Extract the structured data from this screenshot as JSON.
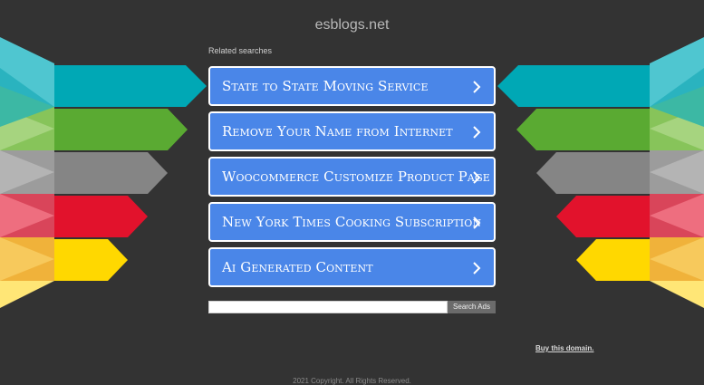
{
  "header": {
    "domain": "esblogs.net"
  },
  "related": {
    "label": "Related searches",
    "items": [
      {
        "label": "State to State Moving Service"
      },
      {
        "label": "Remove Your Name from Internet"
      },
      {
        "label": "Woocommerce Customize Product Page"
      },
      {
        "label": "New York Times Cooking Subscription"
      },
      {
        "label": "Ai Generated Content"
      }
    ]
  },
  "search": {
    "value": "",
    "button_label": "Search Ads"
  },
  "footer": {
    "buy_label": "Buy this domain.",
    "copyright": "2021 Copyright. All Rights Reserved."
  },
  "colors": {
    "background": "#333333",
    "button": "#4a86e8",
    "stripe_teal": "#00a8b5",
    "stripe_green": "#5aaa32",
    "stripe_gray": "#858585",
    "stripe_red": "#e2122c",
    "stripe_yellow": "#ffd800"
  }
}
